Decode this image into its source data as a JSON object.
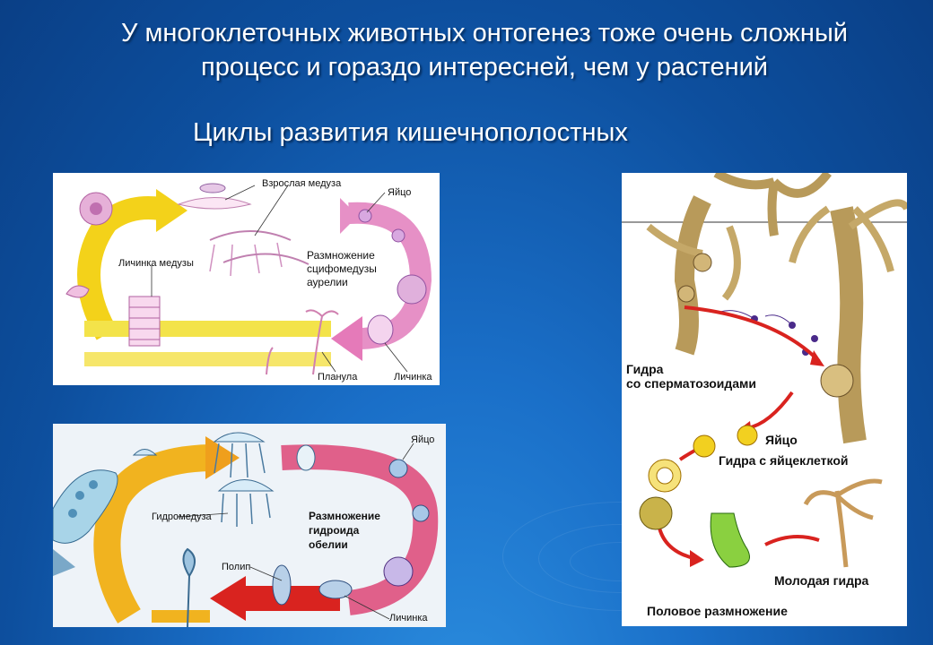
{
  "slide": {
    "title_line1": "У многоклеточных животных онтогенез тоже очень сложный",
    "title_line2": "процесс и гораздо интересней, чем у растений",
    "subtitle": "Циклы развития кишечнополостных"
  },
  "panel_aurelia": {
    "adult_medusa": "Взрослая медуза",
    "egg": "Яйцо",
    "medusa_larva": "Личинка медузы",
    "reproduction_line1": "Размножение",
    "reproduction_line2": "сцифомедузы",
    "reproduction_line3": "аурелии",
    "planula": "Планула",
    "larva": "Личинка"
  },
  "panel_obelia": {
    "egg": "Яйцо",
    "hydromedusa": "Гидромедуза",
    "reproduction_line1": "Размножение",
    "reproduction_line2": "гидроида",
    "reproduction_line3": "обелии",
    "polyp": "Полип",
    "larva": "Личинка"
  },
  "panel_hydra": {
    "hydra_sperm_line1": "Гидра",
    "hydra_sperm_line2": "со сперматозоидами",
    "egg": "Яйцо",
    "hydra_egg_cell": "Гидра с яйцеклеткой",
    "young_hydra": "Молодая гидра",
    "sexual_reproduction": "Половое размножение"
  },
  "colors": {
    "yellow_arrow": "#f3d21a",
    "pink_arrow": "#e07ab8",
    "red_arrow": "#d9231f",
    "hydra_body": "#b89a5a"
  }
}
